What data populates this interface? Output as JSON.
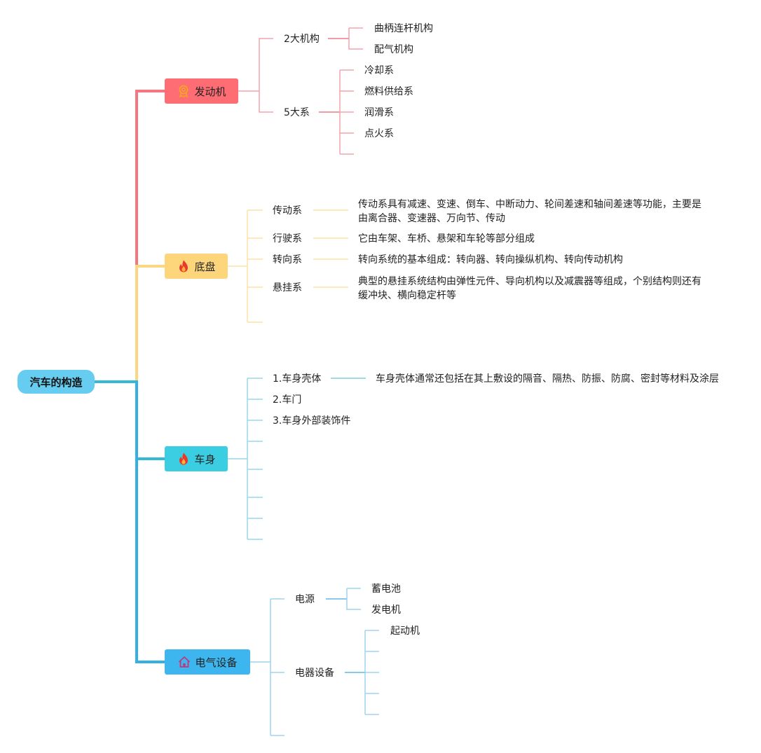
{
  "root": {
    "label": "汽车的构造"
  },
  "branches": [
    {
      "label": "发动机",
      "icon": "award-ribbon-icon",
      "color": "#fe6d73",
      "children": [
        {
          "label": "2大机构",
          "children": [
            "曲柄连杆机构",
            "配气机构"
          ]
        },
        {
          "label": "5大系",
          "children": [
            "冷却系",
            "燃料供给系",
            "润滑系",
            "点火系",
            ""
          ]
        }
      ]
    },
    {
      "label": "底盘",
      "icon": "fire-icon",
      "color": "#fdd67c",
      "children": [
        {
          "label": "传动系",
          "desc": "传动系具有减速、变速、倒车、中断动力、轮间差速和轴间差速等功能，主要是由离合器、变速器、万向节、传动"
        },
        {
          "label": "行驶系",
          "desc": "它由车架、车桥、悬架和车轮等部分组成"
        },
        {
          "label": "转向系",
          "desc": "转向系统的基本组成：转向器、转向操纵机构、转向传动机构"
        },
        {
          "label": "悬挂系",
          "desc": "典型的悬挂系统结构由弹性元件、导向机构以及减震器等组成，个别结构则还有缓冲块、横向稳定杆等"
        },
        {
          "label": ""
        }
      ]
    },
    {
      "label": "车身",
      "icon": "fire-icon",
      "color": "#3bcde1",
      "children": [
        {
          "label": "1.车身壳体",
          "desc": "车身壳体通常还包括在其上敷设的隔音、隔热、防振、防腐、密封等材料及涂层"
        },
        {
          "label": "2.车门"
        },
        {
          "label": "3.车身外部装饰件"
        }
      ]
    },
    {
      "label": "电气设备",
      "icon": "home-icon",
      "color": "#3db6ef",
      "children": [
        {
          "label": "电源",
          "children": [
            "蓄电池",
            "发电机"
          ]
        },
        {
          "label": "电器设备",
          "children": [
            "起动机",
            "",
            "",
            "",
            ""
          ]
        }
      ]
    }
  ]
}
